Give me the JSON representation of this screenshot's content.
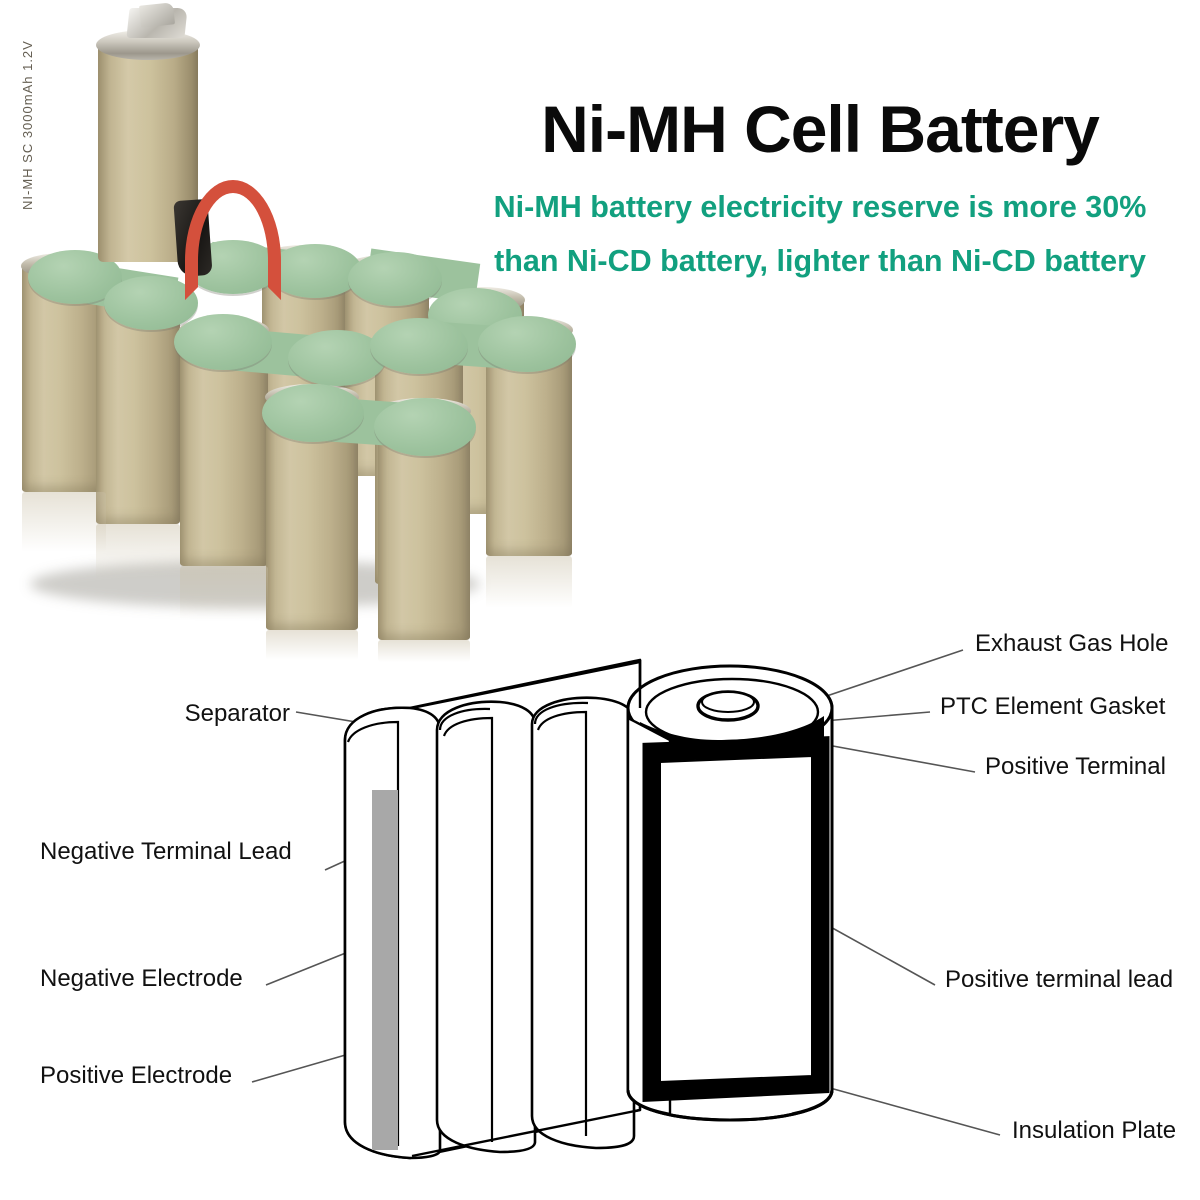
{
  "header": {
    "title": "Ni-MH Cell Battery",
    "subtitle_line_1": "Ni-MH battery electricity reserve is more 30%",
    "subtitle_line_2": "than Ni-CD battery, lighter than Ni-CD battery",
    "title_color": "#0a0a0a",
    "subtitle_color": "#12a07f"
  },
  "pack_photo": {
    "caption": "battery-pack-photo",
    "cell_print": "NI-MH SC 3000mAh 1.2V",
    "cell_body_color": "#c9bd99",
    "cell_cap_color": "#9cc29d",
    "wire_color": "#d4503c",
    "tab_color": "#1d1b18",
    "terminal_color": "#cbc7bd",
    "cell_count_visible": 12
  },
  "diagram": {
    "name": "ni-mh-cell-cutaway-diagram",
    "line_color": "#555555",
    "ink_color": "#000000",
    "lead_strip_color": "#a8a8a8",
    "labels_left": [
      {
        "id": "separator",
        "text": "Separator"
      },
      {
        "id": "negative-terminal-lead",
        "text": "Negative Terminal Lead"
      },
      {
        "id": "negative-electrode",
        "text": "Negative Electrode"
      },
      {
        "id": "positive-electrode",
        "text": "Positive Electrode"
      }
    ],
    "labels_right": [
      {
        "id": "exhaust-gas-hole",
        "text": "Exhaust Gas Hole"
      },
      {
        "id": "ptc-element-gasket",
        "text": "PTC Element Gasket"
      },
      {
        "id": "positive-terminal",
        "text": "Positive Terminal"
      },
      {
        "id": "positive-terminal-lead",
        "text": "Positive terminal lead"
      },
      {
        "id": "insulation-plate",
        "text": "Insulation Plate"
      }
    ]
  }
}
